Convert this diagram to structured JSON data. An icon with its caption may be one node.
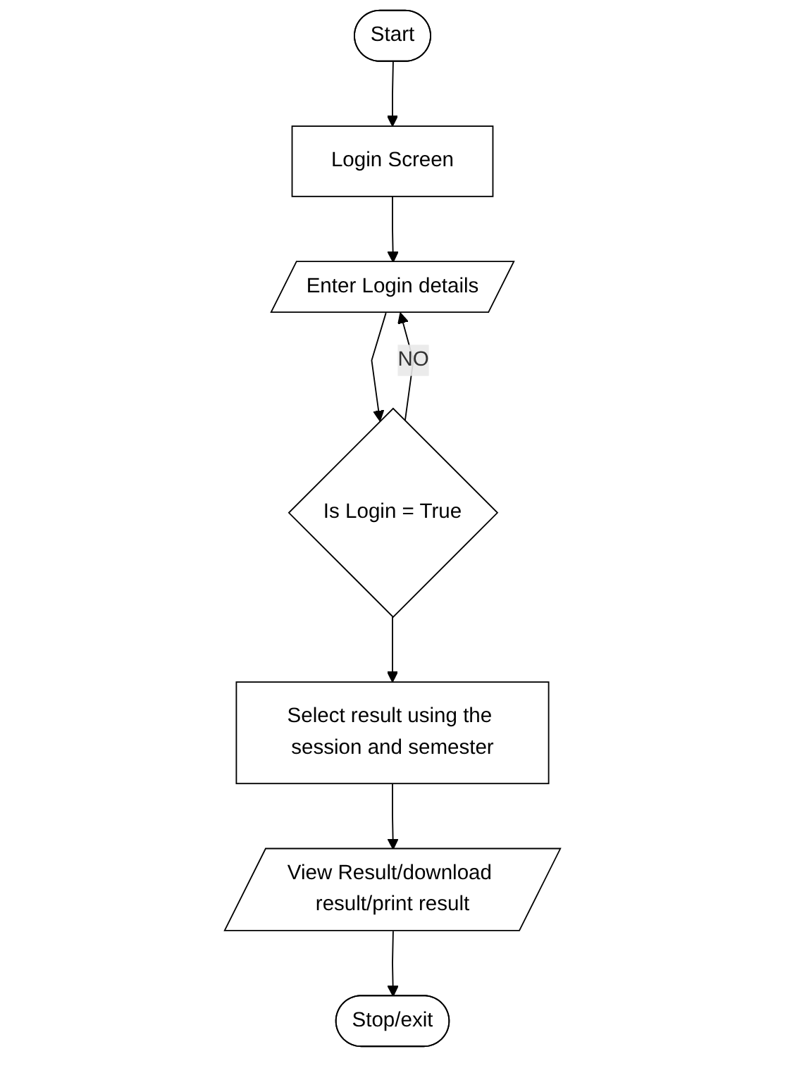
{
  "diagram": {
    "nodes": [
      {
        "text": [
          "Start"
        ]
      },
      {
        "text": [
          "Login Screen"
        ]
      },
      {
        "text": [
          "Enter Login details"
        ]
      },
      {
        "text": [
          "Is Login = True"
        ]
      },
      {
        "text": [
          "Select result using the session and semester"
        ]
      },
      {
        "text": [
          "View Result/download result/print result"
        ]
      },
      {
        "text": [
          "Stop/exit"
        ]
      }
    ],
    "edges": [
      {
        "from": 0,
        "to": 1,
        "arrow": "to"
      },
      {
        "from": 1,
        "to": 2,
        "arrow": "to"
      },
      {
        "from": 2,
        "to": 3,
        "arrow": "to"
      },
      {
        "from": 3,
        "to": 2,
        "arrow": "to",
        "label": "NO"
      },
      {
        "from": 3,
        "to": 4,
        "arrow": "to"
      },
      {
        "from": 4,
        "to": 5,
        "arrow": "to"
      },
      {
        "from": 5,
        "to": 6,
        "arrow": "to"
      }
    ]
  }
}
